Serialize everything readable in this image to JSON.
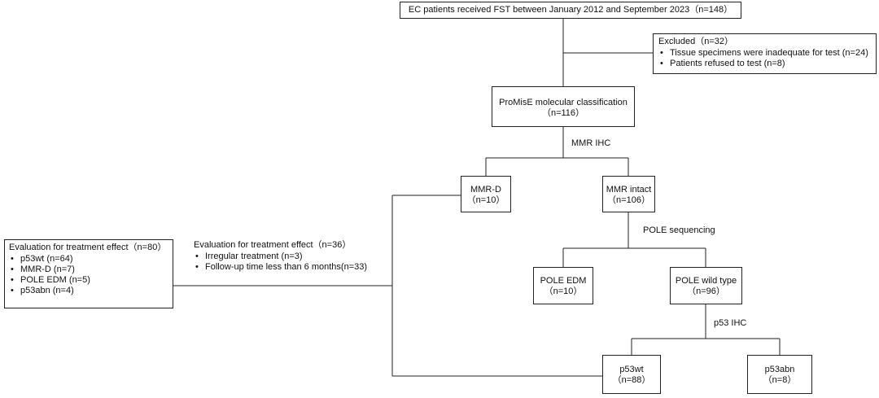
{
  "boxes": {
    "enrolled": "EC patients received FST between January 2012 and September 2023（n=148）",
    "excluded": {
      "title": "Excluded（n=32）",
      "items": [
        "Tissue specimens were inadequate for test (n=24)",
        "Patients refused to test (n=8)"
      ]
    },
    "promise": {
      "title": "ProMisE molecular classification",
      "count": "（n=116）"
    },
    "mmr_d": {
      "title": "MMR-D",
      "count": "（n=10）"
    },
    "mmr_intact": {
      "title": "MMR intact",
      "count": "（n=106）"
    },
    "pole_edm": {
      "title": "POLE EDM",
      "count": "（n=10）"
    },
    "pole_wild": {
      "title": "POLE wild type",
      "count": "（n=96）"
    },
    "p53wt": {
      "title": "p53wt",
      "count": "（n=88）"
    },
    "p53abn": {
      "title": "p53abn",
      "count": "（n=8）"
    },
    "evaluation": {
      "title": "Evaluation for treatment effect（n=80）",
      "items": [
        "p53wt (n=64)",
        "MMR-D (n=7)",
        "POLE EDM (n=5)",
        "p53abn (n=4)"
      ]
    }
  },
  "labels": {
    "mmr_ihc": "MMR IHC",
    "pole_sequencing": "POLE sequencing",
    "p53_ihc": "p53 IHC",
    "eval_excluded": {
      "title": "Evaluation for treatment effect（n=36）",
      "items": [
        "Irregular treatment (n=3)",
        "Follow-up time less than 6 months(n=33)"
      ]
    }
  },
  "colors": {
    "line": "#222222",
    "text": "#111111",
    "background": "#ffffff"
  }
}
